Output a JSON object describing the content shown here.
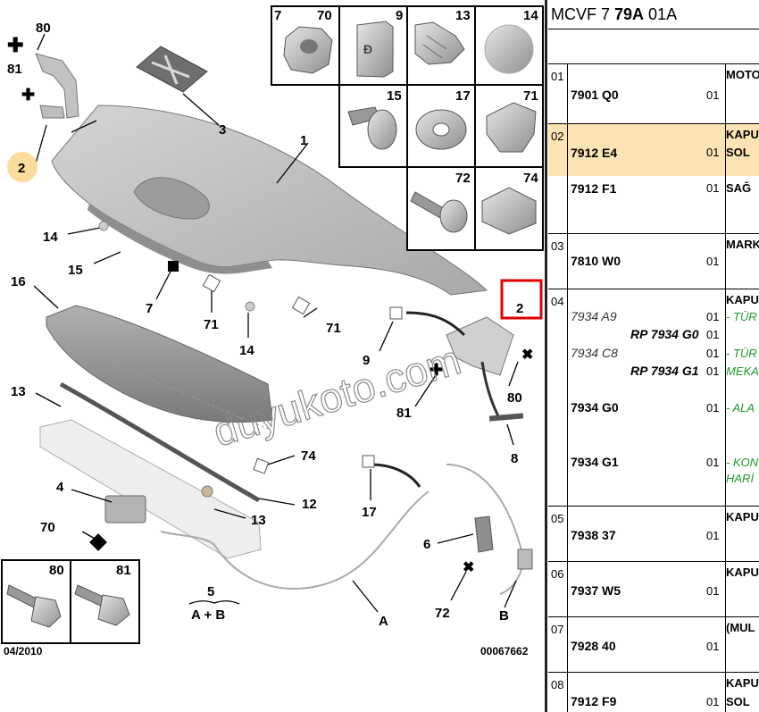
{
  "diagram": {
    "callouts": {
      "c80": "80",
      "c81": "81",
      "c2": "2",
      "c3": "3",
      "c1": "1",
      "c14a": "14",
      "c15": "15",
      "c7": "7",
      "c71a": "71",
      "c71b": "71",
      "c14b": "14",
      "c16": "16",
      "c13a": "13",
      "c4": "4",
      "c70": "70",
      "c12": "12",
      "c13b": "13",
      "c74": "74",
      "c9": "9",
      "c81b": "81",
      "c80b": "80",
      "c8": "8",
      "c17": "17",
      "c6": "6",
      "c72": "72",
      "cA": "A",
      "cB": "B",
      "c5": "5",
      "c5sub": "A + B",
      "c2red": "2"
    },
    "inset_labels": {
      "i7": "7",
      "i70": "70",
      "i9": "9",
      "i13": "13",
      "i14": "14",
      "i15": "15",
      "i17": "17",
      "i71": "71",
      "i72": "72",
      "i74": "74",
      "i80": "80",
      "i81": "81"
    },
    "date": "04/2010",
    "code": "00067662",
    "watermark": "duyukoto.com",
    "colors": {
      "highlight_circle": "#fcdc9c",
      "red_box": "#e00000"
    }
  },
  "parts_panel": {
    "ref_prefix": "MCVF 7 ",
    "ref_bold": "79A",
    "ref_suffix": " 01A",
    "highlight_color": "#fbe3b3",
    "green_color": "#1e9a2a",
    "rows": {
      "r01": {
        "idx": "01",
        "desc": "MOTO",
        "pn": "7901 Q0",
        "qty": "01"
      },
      "r02": {
        "idx": "02",
        "desc": "KAPU",
        "pn1": "7912 E4",
        "qty1": "01",
        "txt1": "SOL",
        "pn2": "7912 F1",
        "qty2": "01",
        "txt2": "SAĞ"
      },
      "r03": {
        "idx": "03",
        "desc": "MARK",
        "pn": "7810 W0",
        "qty": "01"
      },
      "r04": {
        "idx": "04",
        "desc": "KAPU",
        "a_pn": "7934 A9",
        "a_qty": "01",
        "a_txt": "- TÜR",
        "a_rp": "RP 7934 G0",
        "a_rp_qty": "01",
        "b_pn": "7934 C8",
        "b_qty": "01",
        "b_txt": "- TÜR",
        "b_rp": "RP 7934 G1",
        "b_rp_qty": "01",
        "b_txt2": "MEKA",
        "c_pn": "7934 G0",
        "c_qty": "01",
        "c_txt": "- ALA",
        "d_pn": "7934 G1",
        "d_qty": "01",
        "d_txt": "- KON",
        "d_txt2": "HARİ"
      },
      "r05": {
        "idx": "05",
        "desc": "KAPU",
        "pn": "7938 37",
        "qty": "01"
      },
      "r06": {
        "idx": "06",
        "desc": "KAPU",
        "pn": "7937 W5",
        "qty": "01"
      },
      "r07": {
        "idx": "07",
        "desc": "(MUL",
        "pn": "7928 40",
        "qty": "01"
      },
      "r08": {
        "idx": "08",
        "desc": "KAPU",
        "pn": "7912 F9",
        "qty": "01",
        "txt": "SOL"
      }
    }
  }
}
